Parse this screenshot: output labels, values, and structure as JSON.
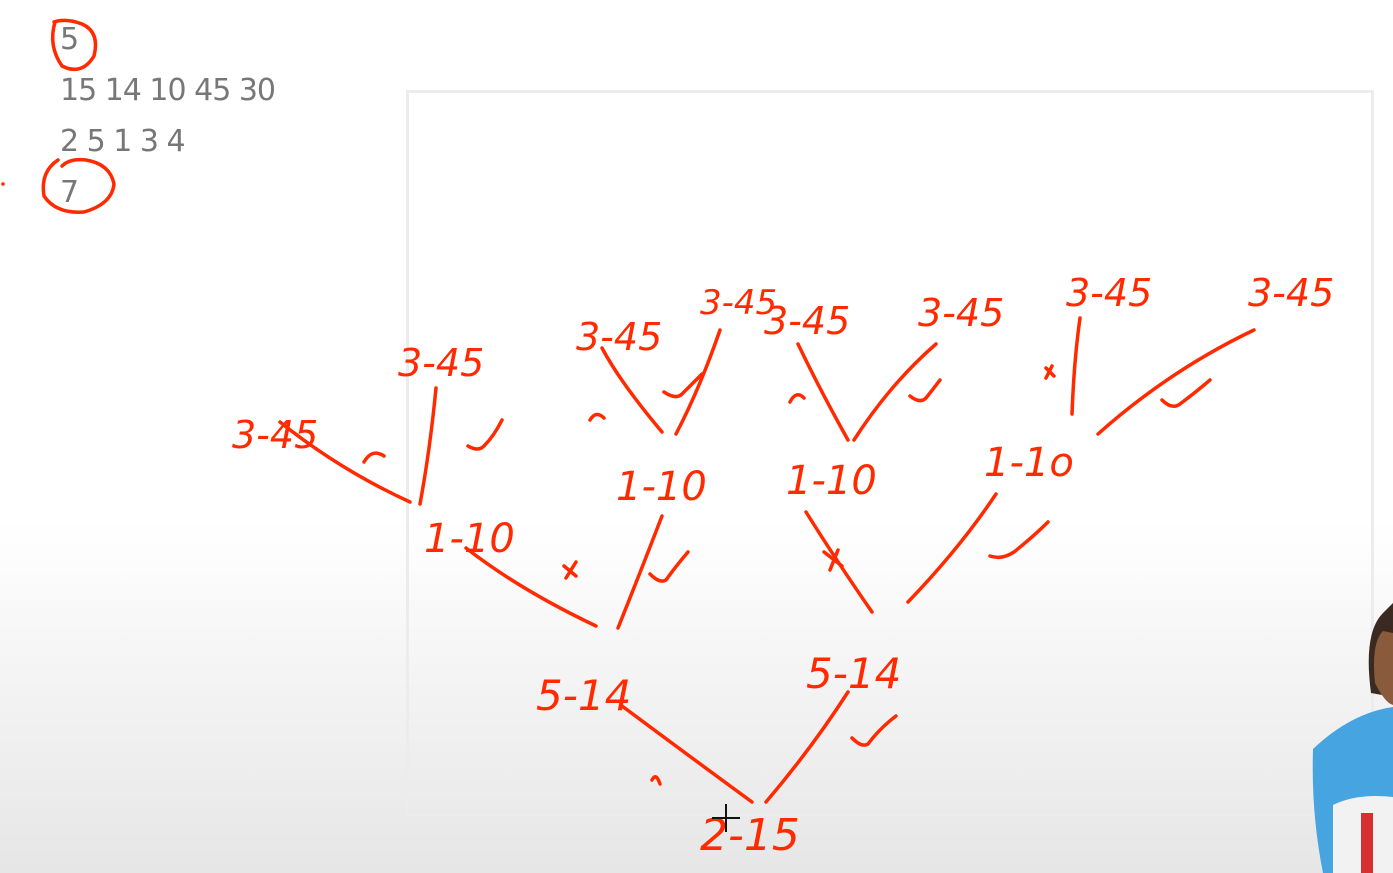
{
  "input": {
    "lines": [
      "5",
      "15 14 10 45 30",
      "2 5 1 3 4",
      "7"
    ]
  },
  "tree": {
    "root": "2-15",
    "level1": [
      "5-14",
      "5-14"
    ],
    "level2": [
      "1-10",
      "1-10",
      "1-10",
      "1-1o"
    ],
    "level3": [
      "3-45",
      "3-45",
      "3-45",
      "3-45",
      "3-45",
      "3-45",
      "3-45",
      "3-45"
    ],
    "mark_check": "✓",
    "mark_cross": "x"
  },
  "colors": {
    "ink": "#ff2a00",
    "text": "#777777",
    "frame": "#ececec"
  }
}
